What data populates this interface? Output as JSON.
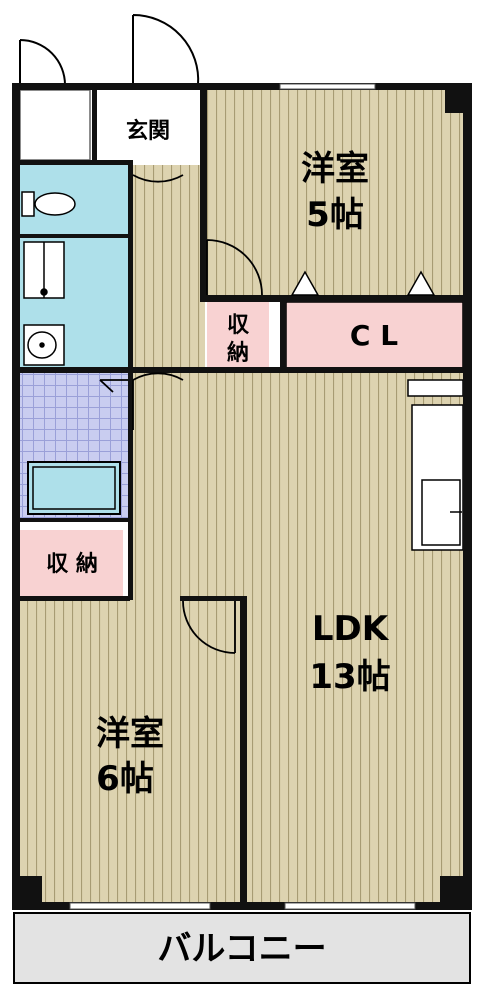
{
  "rooms": {
    "entrance": {
      "label": "玄関"
    },
    "western_room_5": {
      "label": "洋室",
      "size": "5帖"
    },
    "storage_small": {
      "label_top": "収",
      "label_bottom": "納"
    },
    "closet": {
      "label": "C L"
    },
    "storage_left": {
      "label": "収 納"
    },
    "ldk": {
      "label": "LDK",
      "size": "13帖"
    },
    "western_room_6": {
      "label": "洋室",
      "size": "6帖"
    },
    "balcony": {
      "label": "バルコニー"
    }
  },
  "colors": {
    "wall": "#111111",
    "floor_wood": "#ddd3b0",
    "floor_line": "#a79b73",
    "wet_area": "#aee0ea",
    "tile": "#c9cdf0",
    "storage_pink": "#f8d2d2",
    "balcony": "#e3e3e3"
  }
}
